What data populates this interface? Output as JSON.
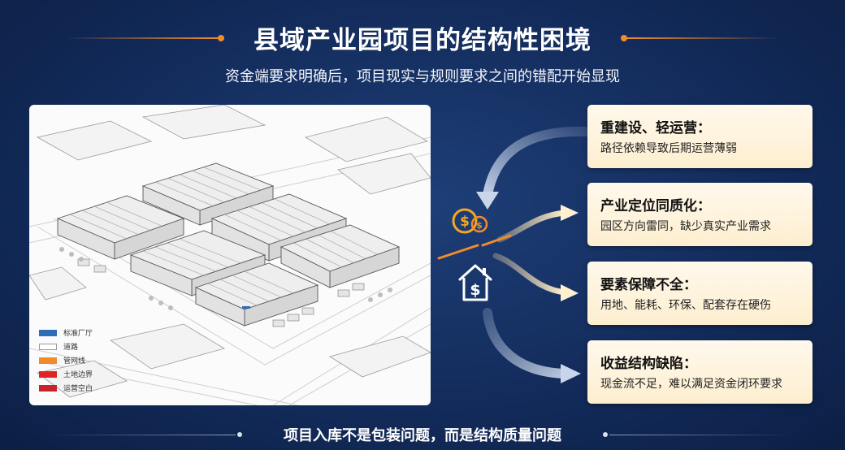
{
  "title": "县域产业园项目的结构性困境",
  "subtitle": "资金端要求明确后，项目现实与规则要求之间的错配开始显现",
  "legend": [
    {
      "label": "标准厂厅",
      "color": "#2f6db5"
    },
    {
      "label": "道路",
      "color": "#ffffff"
    },
    {
      "label": "管网线",
      "color": "#f28a2e"
    },
    {
      "label": "土地边界",
      "color": "#e02424"
    },
    {
      "label": "运营空白",
      "color": "#c8232c"
    }
  ],
  "cards": [
    {
      "title": "重建设、轻运营：",
      "desc": "路径依赖导致后期运营薄弱"
    },
    {
      "title": "产业定位同质化：",
      "desc": "园区方向雷同，缺少真实产业需求"
    },
    {
      "title": "要素保障不全：",
      "desc": "用地、能耗、环保、配套存在硬伤"
    },
    {
      "title": "收益结构缺陷：",
      "desc": "现金流不足，难以满足资金闭环要求"
    }
  ],
  "icons": {
    "center_top": "coins-dollar-icon",
    "center_bottom": "house-dollar-icon"
  },
  "colors": {
    "accent": "#f18c2b",
    "card_bg": "#fdeecf",
    "background": "#132c5c"
  },
  "footer": "项目入库不是包装问题，而是结构质量问题"
}
